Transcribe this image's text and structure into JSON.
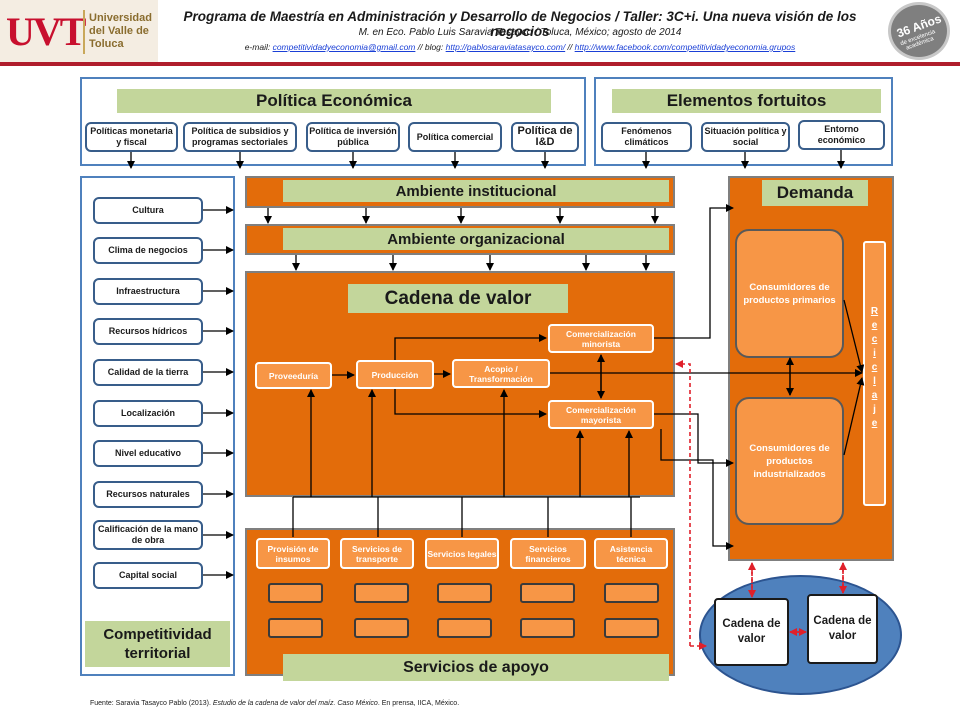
{
  "header": {
    "logo_mark": "UVT",
    "logo_text": "Universidad del Valle de Toluca",
    "title": "Programa de Maestría en Administración y Desarrollo de Negocios / Taller: 3C+i. Una nueva visión de los negocios",
    "subtitle": "M. en Eco. Pablo Luis Saravia Tasayco / Toluca, México; agosto de 2014",
    "email_label": "e-mail: ",
    "email": "competitividadyeconomia@gmail.com",
    "blog_label": " // blog: ",
    "blog": "http://pablosaraviatasayco.com/",
    "sep": " // ",
    "facebook": "http://www.facebook.com/competitividadyeconomia.grupos",
    "badge_num": "36 Años",
    "badge_text": "de excelencia académica"
  },
  "politica": {
    "title": "Política Económica",
    "items": [
      "Políticas monetaria y fiscal",
      "Política de subsidios y programas sectoriales",
      "Política de inversión pública",
      "Política comercial",
      "Política de I&D"
    ]
  },
  "fortuitos": {
    "title": "Elementos fortuitos",
    "items": [
      "Fenómenos climáticos",
      "Situación política y social",
      "Entorno económico"
    ]
  },
  "territorial": {
    "items": [
      "Cultura",
      "Clima de negocios",
      "Infraestructura",
      "Recursos hídricos",
      "Calidad de la tierra",
      "Localización",
      "Nivel educativo",
      "Recursos naturales",
      "Calificación de la mano de obra",
      "Capital social"
    ],
    "title": "Competitividad territorial"
  },
  "ambiente_institucional": "Ambiente institucional",
  "ambiente_organizacional": "Ambiente organizacional",
  "cadena": {
    "title": "Cadena de valor",
    "proveeduria": "Proveeduría",
    "produccion": "Producción",
    "acopio": "Acopio / Transformación",
    "minorista": "Comercialización minorista",
    "mayorista": "Comercialización mayorista"
  },
  "servicios": {
    "title": "Servicios de apoyo",
    "items": [
      "Provisión de insumos",
      "Servicios de transporte",
      "Servicios legales",
      "Servicios financieros",
      "Asistencia técnica"
    ]
  },
  "demanda": {
    "title": "Demanda",
    "primarios": "Consumidores de productos primarios",
    "industrializados": "Consumidores de productos industrializados",
    "reciclaje": [
      "R",
      "e",
      "c",
      "i",
      "c",
      "l",
      "a",
      "j",
      "e"
    ]
  },
  "externas": [
    "Cadena de valor",
    "Cadena de valor"
  ],
  "source": {
    "prefix": "Fuente: Saravia Tasayco Pablo (2013). ",
    "italic": "Estudio de la cadena de valor del maíz. Caso México",
    "suffix": ". En prensa, IICA, México."
  },
  "colors": {
    "orange": "#e36c0a",
    "light_orange": "#f79646",
    "green": "#c3d69b",
    "blue": "#4f81bd",
    "red_dash": "#e0202a"
  }
}
